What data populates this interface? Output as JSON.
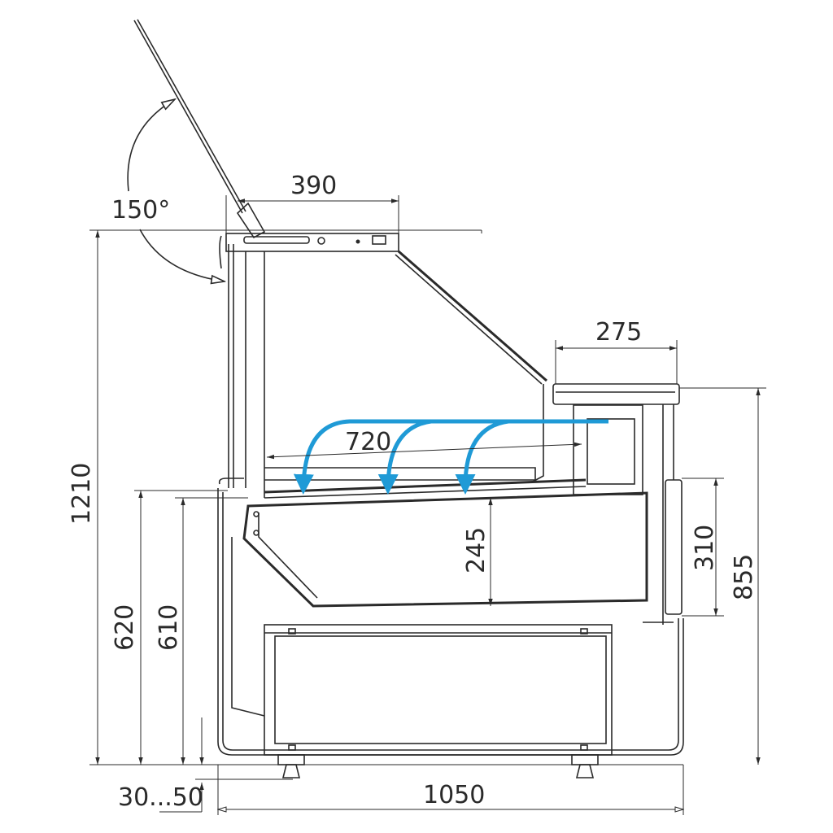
{
  "drawing": {
    "title": "Refrigerated display case side section",
    "dimensions": {
      "lid_angle": "150°",
      "top_depth": "390",
      "rear_shelf": "275",
      "display_depth": "720",
      "total_height": "1210",
      "front_height": "620",
      "counter_height": "610",
      "tub_depth": "245",
      "rear_panel": "310",
      "rear_height": "855",
      "leg_adjust": "30...50",
      "total_depth": "1050"
    },
    "colors": {
      "line": "#2a2a2a",
      "airflow": "#1f9ad6"
    }
  }
}
